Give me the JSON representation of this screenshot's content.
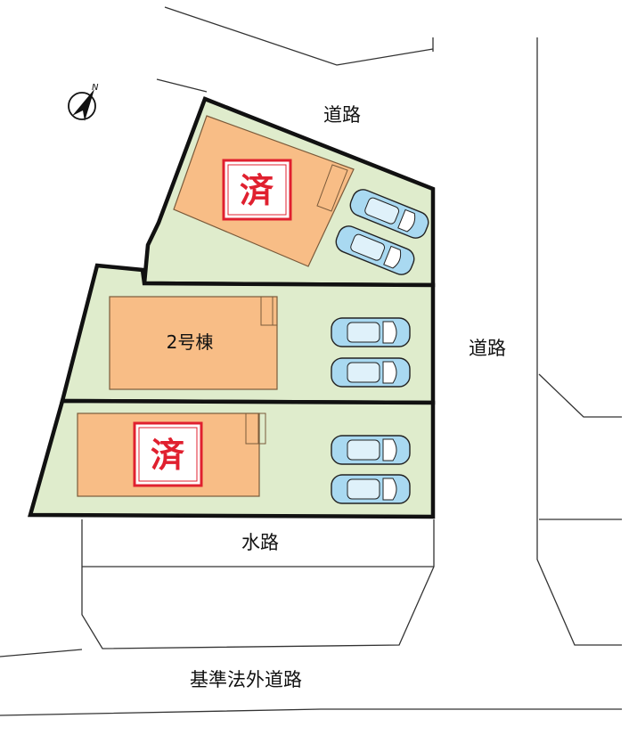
{
  "labels": {
    "road_north": "道路",
    "road_east": "道路",
    "waterway": "水路",
    "outside_road": "基準法外道路",
    "north_mark": "N"
  },
  "lots": [
    {
      "label": "",
      "status": "済"
    },
    {
      "label": "2号棟",
      "status": ""
    },
    {
      "label": "",
      "status": "済"
    }
  ],
  "colors": {
    "lot_fill": "#dfeccc",
    "house_fill": "#f8bd86",
    "house_border": "#7a5a3a",
    "car_fill": "#a9d9f1",
    "sold_red": "#e0202f",
    "outline": "#111111"
  }
}
